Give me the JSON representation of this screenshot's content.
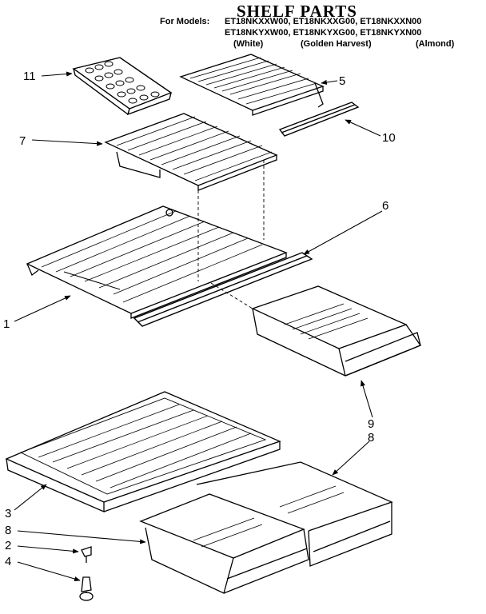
{
  "header": {
    "title": "SHELF PARTS",
    "models_label": "For Models:",
    "models_row1": "ET18NKXXW00, ET18NKXXG00, ET18NKXXN00",
    "models_row2": "ET18NKYXW00, ET18NKYXG00, ET18NKYXN00",
    "color_white": "(White)",
    "color_golden": "(Golden Harvest)",
    "color_almond": "(Almond)"
  },
  "callouts": {
    "c1": "1",
    "c2": "2",
    "c3": "3",
    "c4": "4",
    "c5": "5",
    "c6": "6",
    "c7": "7",
    "c8a": "8",
    "c8b": "8",
    "c9": "9",
    "c10": "10",
    "c11": "11"
  }
}
